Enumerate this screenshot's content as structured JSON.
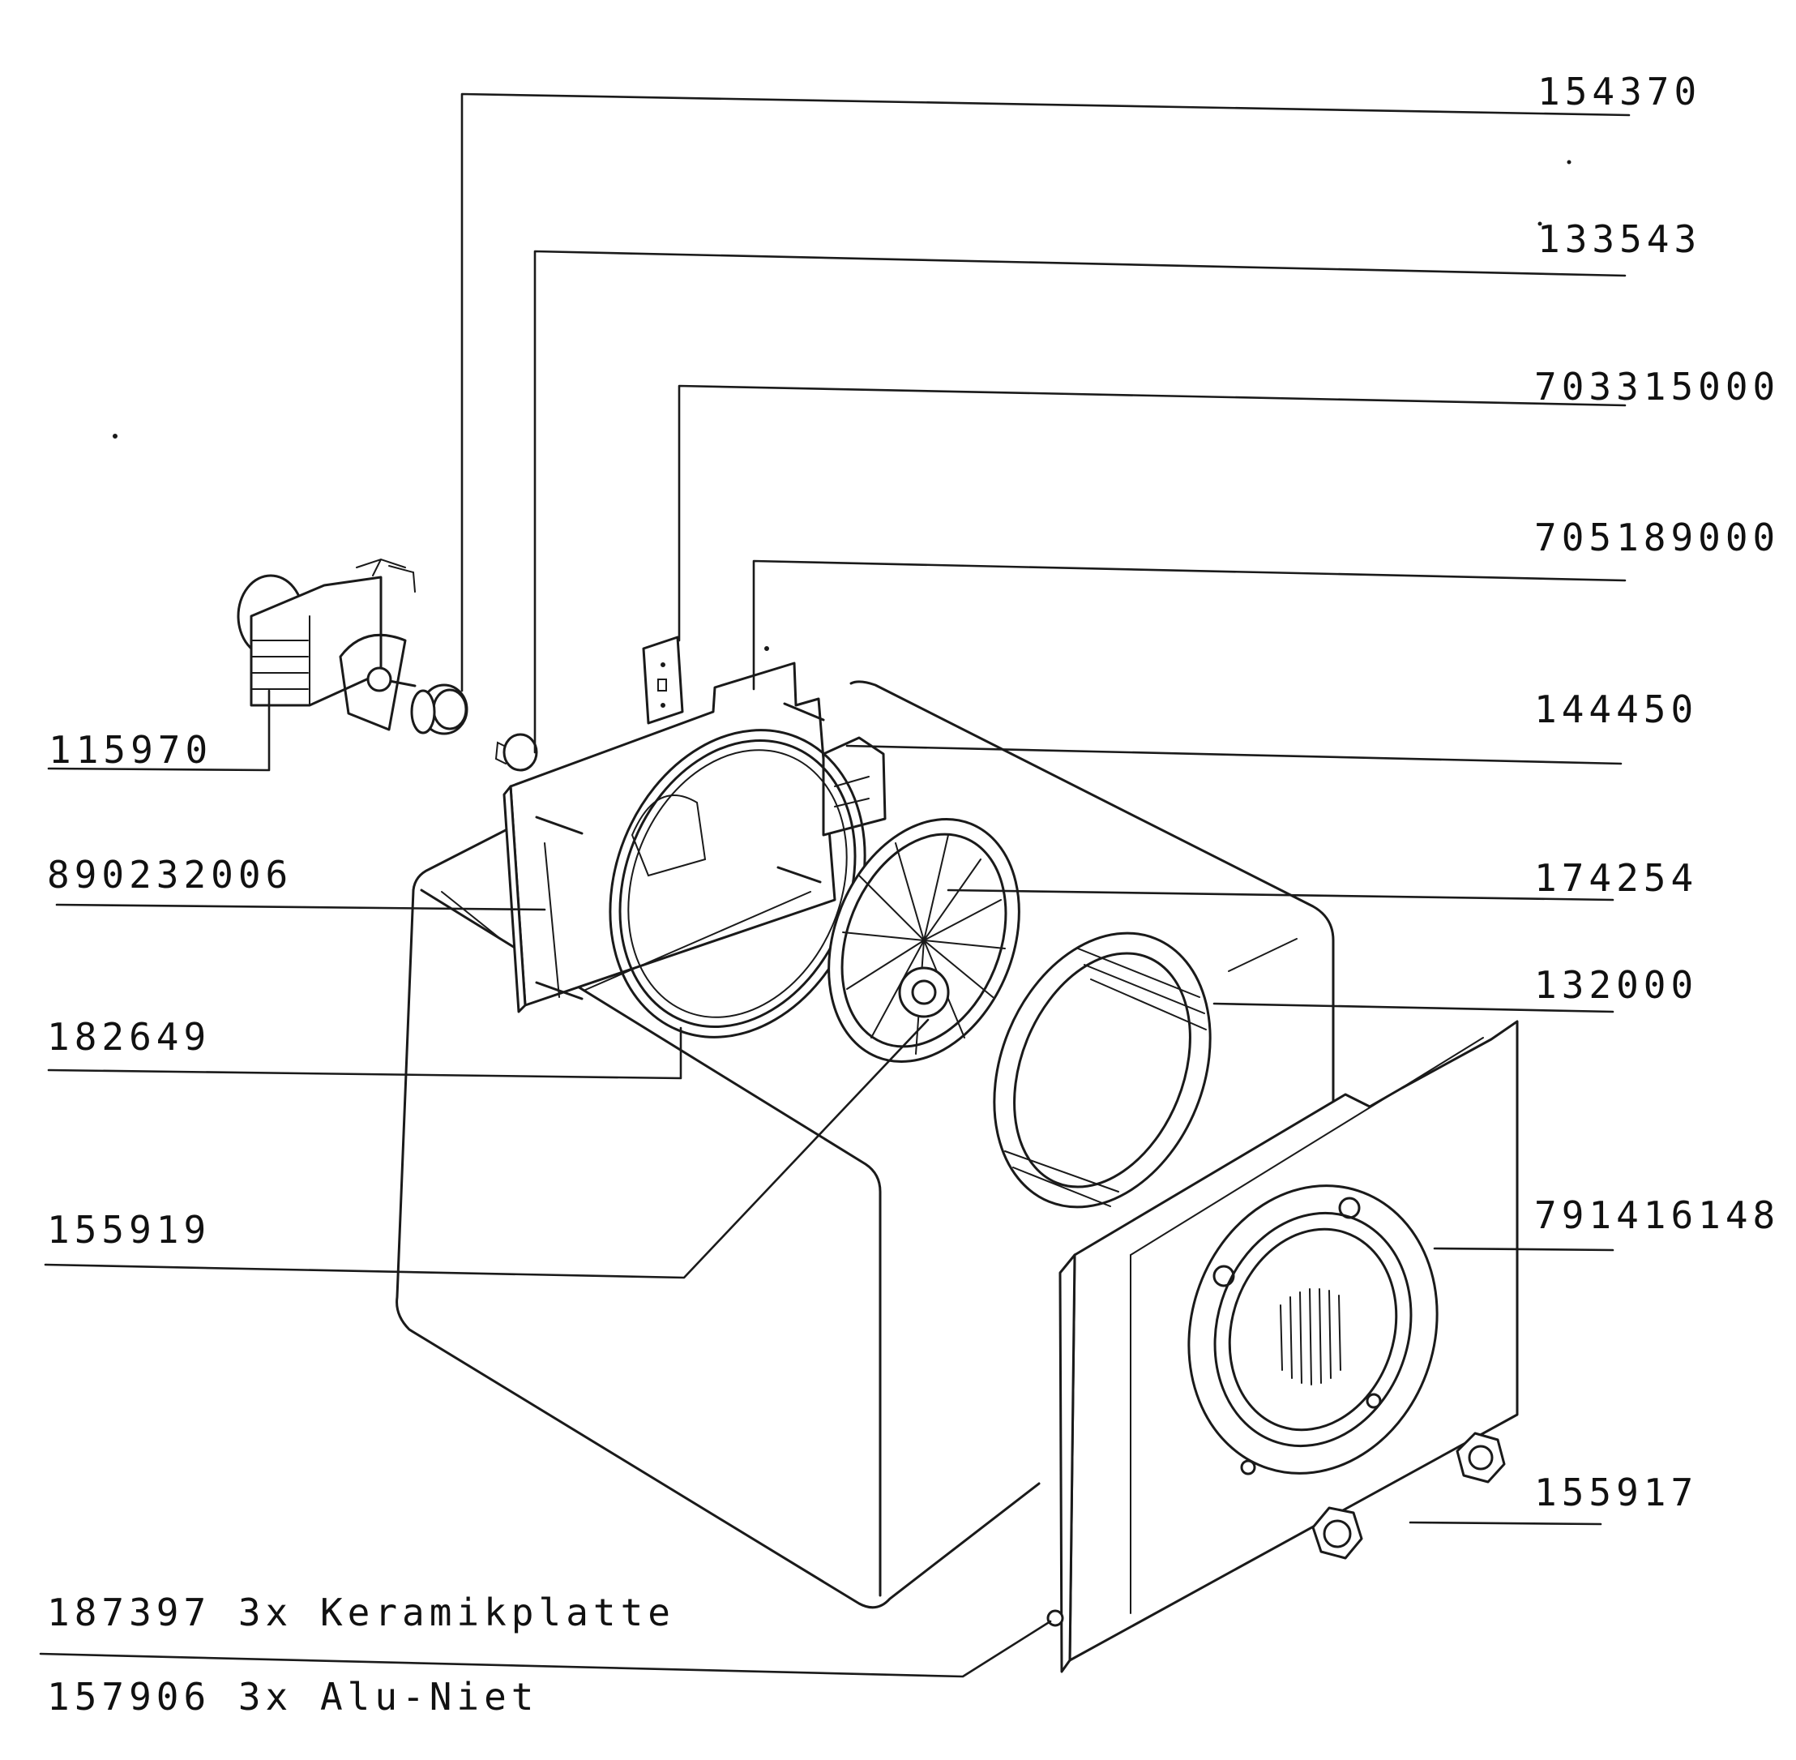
{
  "parts": [
    {
      "id": "part-154370",
      "number": "154370"
    },
    {
      "id": "part-133543",
      "number": "133543"
    },
    {
      "id": "part-703315000",
      "number": "703315000"
    },
    {
      "id": "part-705189000",
      "number": "705189000"
    },
    {
      "id": "part-144450",
      "number": "144450"
    },
    {
      "id": "part-174254",
      "number": "174254"
    },
    {
      "id": "part-132000",
      "number": "132000"
    },
    {
      "id": "part-791416148",
      "number": "791416148"
    },
    {
      "id": "part-155917",
      "number": "155917"
    },
    {
      "id": "part-115970",
      "number": "115970"
    },
    {
      "id": "part-890232006",
      "number": "890232006"
    },
    {
      "id": "part-182649",
      "number": "182649"
    },
    {
      "id": "part-155919",
      "number": "155919"
    }
  ],
  "notes": [
    {
      "id": "note-187397",
      "text": "187397 3x Keramikplatte"
    },
    {
      "id": "note-157906",
      "text": "157906 3x Alu-Niet"
    }
  ]
}
